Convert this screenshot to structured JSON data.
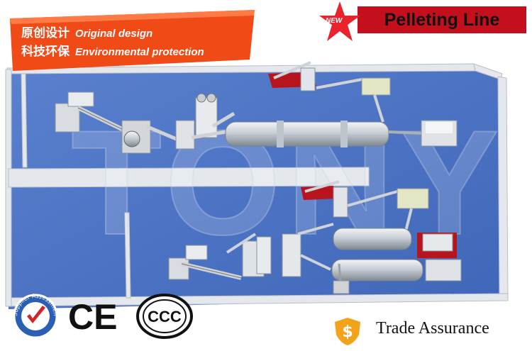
{
  "banner": {
    "line1_cn": "原创设计",
    "line1_en": "Original design",
    "line2_cn": "科技环保",
    "line2_en": "Environmental protection"
  },
  "title": {
    "badge_text": "NEW",
    "heading": "Pelleting Line"
  },
  "watermark": "TONY",
  "certifications": {
    "assessment_text": "Supplier Assessment",
    "ce_mark": "CE",
    "ccc_mark": "CCC"
  },
  "trade_assurance": {
    "label": "Trade Assurance",
    "icon": "dollar-shield-icon"
  },
  "colors": {
    "floor": "#4a72c4",
    "banner": "#f04a16",
    "title_bg": "#c4101c",
    "badge": "#e8232c",
    "trade_icon": "#f5a21b"
  }
}
